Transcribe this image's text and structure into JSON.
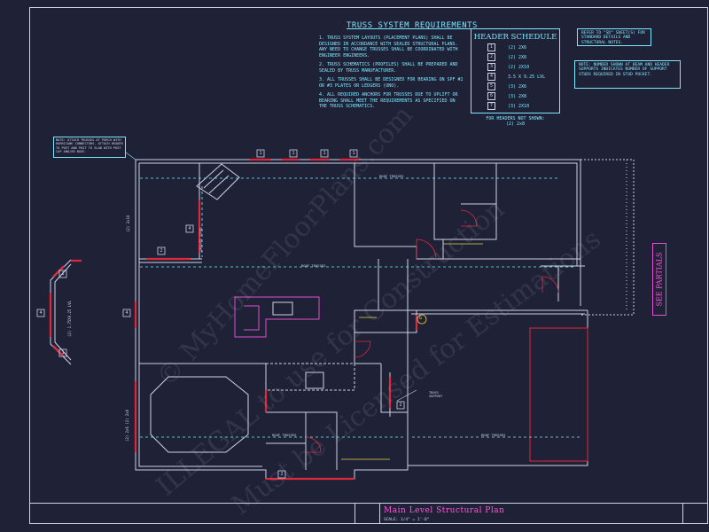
{
  "truss_requirements": {
    "title": "TRUSS SYSTEM REQUIREMENTS",
    "notes": [
      "1. TRUSS SYSTEM LAYOUTS (PLACEMENT PLANS) SHALL BE DESIGNED IN ACCORDANCE WITH SEALED STRUCTURAL PLANS. ANY NEED TO CHANGE TRUSSES SHALL BE COORDINATED WITH ENGINEER ENGINEERS.",
      "2. TRUSS SCHEMATICS (PROFILES) SHALL BE PREPARED AND SEALED BY TRUSS MANUFACTURER.",
      "3. ALL TRUSSES SHALL BE DESIGNED FOR BEARING ON SPF #2 OR #3 PLATES OR LEDGERS (UNO).",
      "4. ALL REQUIRED ANCHORS FOR TRUSSES DUE TO UPLIFT OR BEARING SHALL MEET THE REQUIREMENTS AS SPECIFIED ON THE TRUSS SCHEMATICS."
    ]
  },
  "header_schedule": {
    "title": "HEADER SCHEDULE",
    "rows": [
      {
        "num": "1",
        "spec": "(2) 2X6"
      },
      {
        "num": "2",
        "spec": "(2) 2X8"
      },
      {
        "num": "3",
        "spec": "(2) 2X10"
      },
      {
        "num": "4",
        "spec": "3.5 X 9.25 LVL"
      },
      {
        "num": "5",
        "spec": "(3) 2X6"
      },
      {
        "num": "6",
        "spec": "(3) 2X8"
      },
      {
        "num": "7",
        "spec": "(3) 2X10"
      }
    ],
    "footer_line1": "FOR HEADERS NOT SHOWN:",
    "footer_line2": "(2) 2x8"
  },
  "side_notes": {
    "refer": "REFER TO \"SD\" SHEET(S) FOR STANDARD DETAILS AND STRUCTURAL NOTES.",
    "number_note": "NOTE: NUMBER SHOWN AT BEAM AND HEADER SUPPORTS INDICATES NUMBER OF SUPPORT STUDS REQUIRED IN STUD POCKET."
  },
  "callout_note": "NOTE: ATTACH TRUSSES AT PORCH WITH HURRICANE CONNECTORS. ATTACH HEADER TO POST AND POST TO SLAB WITH POST CAP AND/OR BASE.",
  "see_partials": "SEE PARTIALS",
  "plan_labels": {
    "roof_trusses": "ROOF TRUSSES",
    "truss_support": "TRUSS SUPPORT",
    "truss_support_2": "TRUSS\nSUPPORT",
    "header_2x10": "(2) 2x10",
    "header_lvl": "(2) 1.75X9.25 LVL",
    "header_2x6": "(2) 2x6 (2) 2x6",
    "marker_g": "G"
  },
  "header_tags": [
    "1",
    "1",
    "1",
    "1",
    "4",
    "4",
    "2",
    "2",
    "4",
    "1",
    "1",
    "2"
  ],
  "title_block": {
    "plan_title": "Main Level Structural Plan",
    "scale": "SCALE: 1/4\" = 1'-0\""
  },
  "watermark": {
    "line1": "© MyHomeFloorPlans.com",
    "line2": "ILLEGAL to use for Construction",
    "line3": "Must be Licensed for Estimations"
  },
  "colors": {
    "background": "#1f2136",
    "cyan": "#7fe8ff",
    "magenta": "#e050d0",
    "red": "#e0283c",
    "wall": "#cfd3e6",
    "yellow": "#e8d34a"
  }
}
